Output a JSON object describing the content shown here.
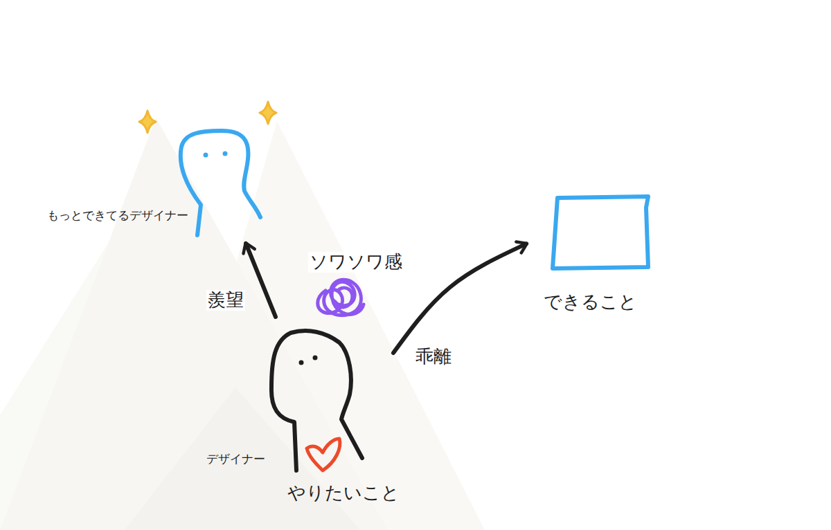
{
  "diagram": {
    "nodes": [
      {
        "text": [
          "もっとできてるデザイナー"
        ]
      },
      {
        "text": [
          "デザイナー",
          "やりたいこと"
        ]
      },
      {
        "text": [
          "できること"
        ]
      }
    ],
    "edges": [
      {
        "from": 1,
        "to": 0,
        "arrow": "to",
        "label": "羨望"
      },
      {
        "from": 1,
        "to": 2,
        "arrow": "to",
        "label": "乖離"
      }
    ],
    "labels": [
      "ソワソワ感"
    ]
  }
}
